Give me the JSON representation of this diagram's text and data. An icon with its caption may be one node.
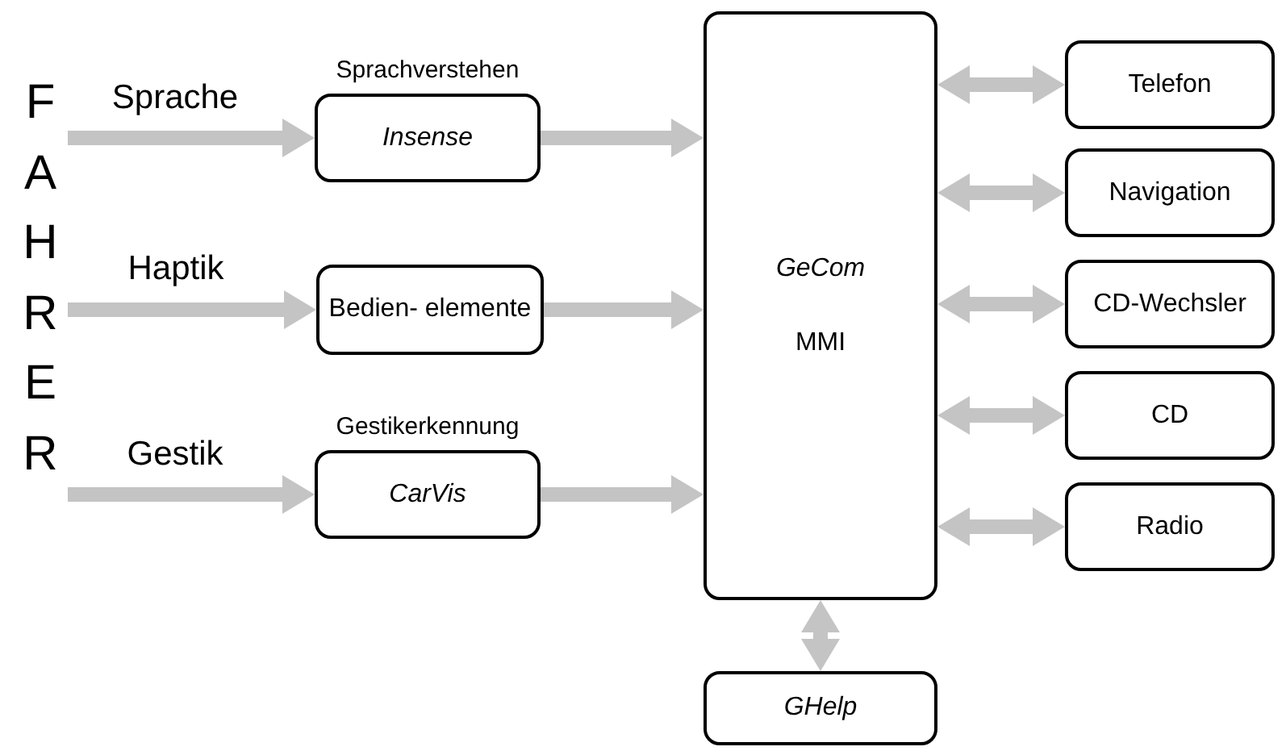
{
  "diagram": {
    "nodes": [
      {
        "text": [
          "FAHRER"
        ]
      },
      {
        "text": [
          "Sprachverstehen",
          "Insense"
        ]
      },
      {
        "text": [
          "Bedien- elemente"
        ]
      },
      {
        "text": [
          "Gestikerkennung",
          "CarVis"
        ]
      },
      {
        "text": [
          "GeCom",
          "MMI"
        ]
      },
      {
        "text": [
          "Telefon"
        ]
      },
      {
        "text": [
          "Navigation"
        ]
      },
      {
        "text": [
          "CD-Wechsler"
        ]
      },
      {
        "text": [
          "CD"
        ]
      },
      {
        "text": [
          "Radio"
        ]
      },
      {
        "text": [
          "GHelp"
        ]
      }
    ],
    "edges": [
      {
        "from": 0,
        "to": 1,
        "arrow": "to",
        "label": "Sprache"
      },
      {
        "from": 0,
        "to": 2,
        "arrow": "to",
        "label": "Haptik"
      },
      {
        "from": 0,
        "to": 3,
        "arrow": "to",
        "label": "Gestik"
      },
      {
        "from": 1,
        "to": 4,
        "arrow": "to"
      },
      {
        "from": 2,
        "to": 4,
        "arrow": "to"
      },
      {
        "from": 3,
        "to": 4,
        "arrow": "to"
      },
      {
        "from": 4,
        "to": 5,
        "arrow": "both"
      },
      {
        "from": 4,
        "to": 6,
        "arrow": "both"
      },
      {
        "from": 4,
        "to": 7,
        "arrow": "both"
      },
      {
        "from": 4,
        "to": 8,
        "arrow": "both"
      },
      {
        "from": 4,
        "to": 9,
        "arrow": "both"
      },
      {
        "from": 4,
        "to": 10,
        "arrow": "both"
      }
    ]
  }
}
